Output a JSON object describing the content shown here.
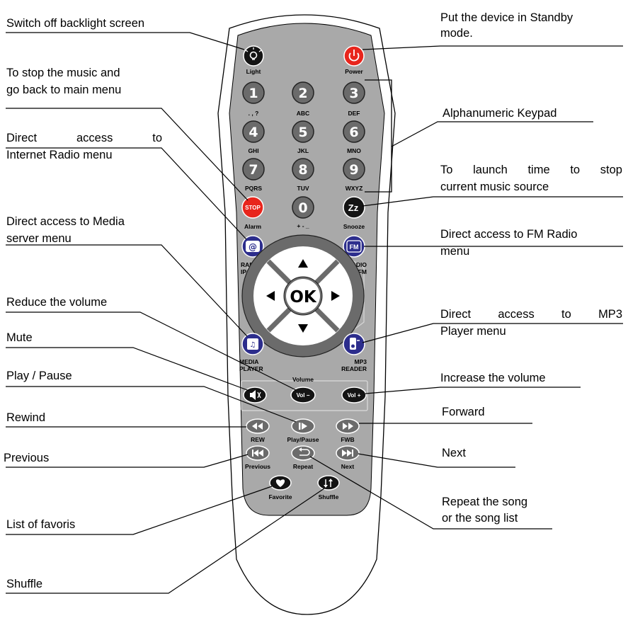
{
  "annotations": {
    "switch_off_backlight": "Switch off backlight screen",
    "standby_line1": "Put the device in Standby",
    "standby_line2": "mode.",
    "stop_music_line1": "To stop the music and",
    "stop_music_line2": "go back to main menu",
    "alphanumeric_keypad": "Alphanumeric Keypad",
    "internet_radio_line1": "Direct access to",
    "internet_radio_line2": "Internet Radio menu",
    "sleep_timer_line1": "To launch time to stop",
    "sleep_timer_line2": "current music source",
    "media_server_line1": "Direct access to Media",
    "media_server_line2": "server menu",
    "fm_radio_line1": "Direct access to FM Radio",
    "fm_radio_line2": "menu",
    "reduce_volume": "Reduce the volume",
    "mp3_line1": "Direct access to MP3",
    "mp3_line2": "Player menu",
    "mute": "Mute",
    "increase_volume": "Increase the volume",
    "play_pause": "Play / Pause",
    "forward": "Forward",
    "rewind": "Rewind",
    "previous": "Previous",
    "next": "Next",
    "repeat_line1": "Repeat the song",
    "repeat_line2": "or the song list",
    "list_favoris": "List of favoris",
    "shuffle": "Shuffle"
  },
  "remote": {
    "light": "Light",
    "power": "Power",
    "keys": [
      {
        "digit": "1",
        "letters": ". , ?"
      },
      {
        "digit": "2",
        "letters": "ABC"
      },
      {
        "digit": "3",
        "letters": "DEF"
      },
      {
        "digit": "4",
        "letters": "GHI"
      },
      {
        "digit": "5",
        "letters": "JKL"
      },
      {
        "digit": "6",
        "letters": "MNO"
      },
      {
        "digit": "7",
        "letters": "PQRS"
      },
      {
        "digit": "8",
        "letters": "TUV"
      },
      {
        "digit": "9",
        "letters": "WXYZ"
      },
      {
        "digit": "0",
        "letters": "+ - _"
      }
    ],
    "stop_icon_text": "STOP",
    "alarm": "Alarm",
    "snooze": "Snooze",
    "snooze_icon_text": "Zz",
    "radio_ip_1": "RADIO",
    "radio_ip_2": "IP",
    "radio_fm_1": "RADIO",
    "radio_fm_2": "FM",
    "fm_icon_text": "FM",
    "at_icon_text": "@",
    "ok": "OK",
    "media_1": "MEDIA",
    "media_2": "PLAYER",
    "mp3_1": "MP3",
    "mp3_2": "READER",
    "volume": "Volume",
    "vol_minus": "Vol −",
    "vol_plus": "Vol +",
    "rew": "REW",
    "play_pause": "Play/Pause",
    "fwb": "FWB",
    "previous": "Previous",
    "repeat": "Repeat",
    "next": "Next",
    "favorite": "Favorite",
    "shuffle": "Shuffle"
  },
  "colors": {
    "body_gray": "#a9a9a9",
    "button_gray": "#6b6b6b",
    "button_black": "#141414",
    "red": "#e8251c",
    "blue": "#2c2d8c"
  }
}
